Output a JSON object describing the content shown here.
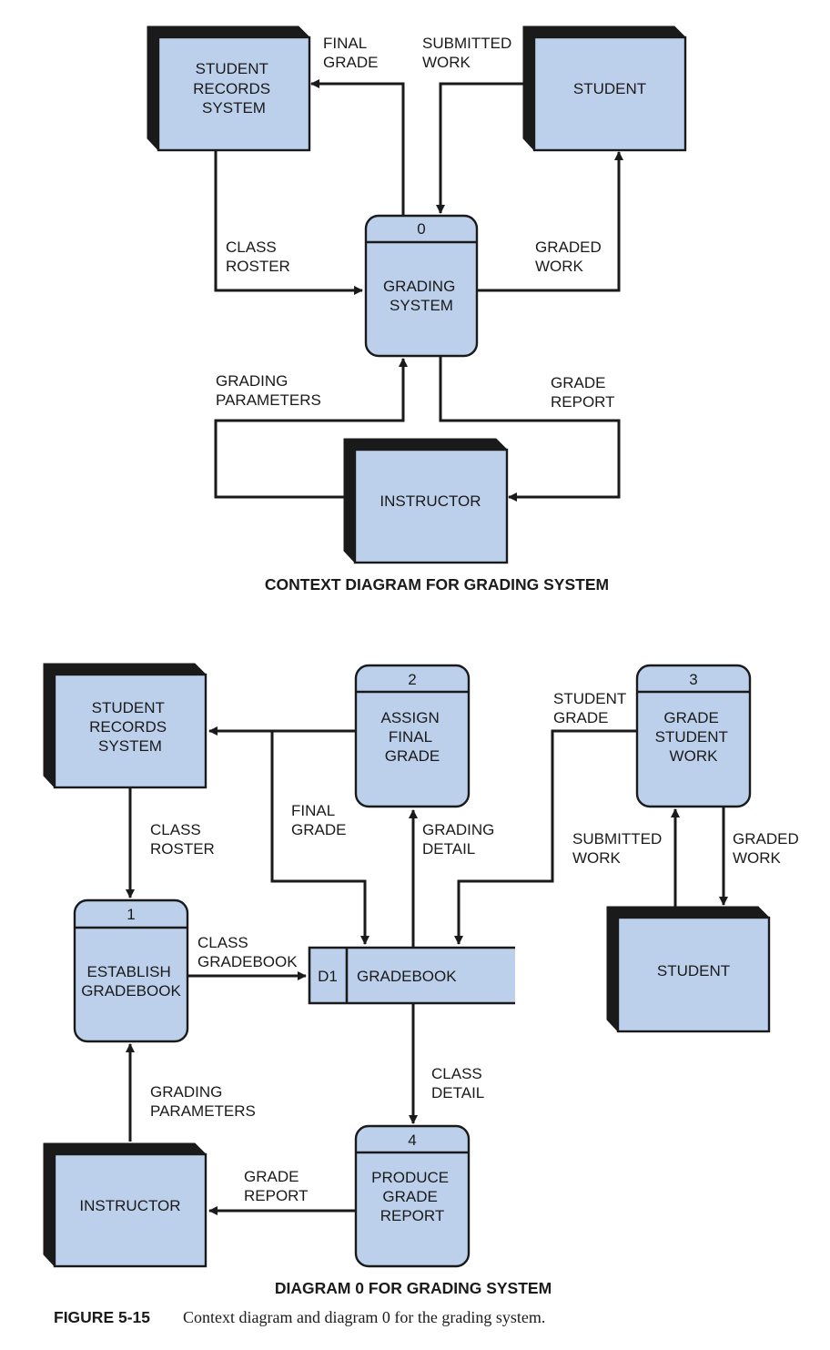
{
  "context": {
    "entities": {
      "student_records": [
        "STUDENT",
        "RECORDS",
        "SYSTEM"
      ],
      "student": [
        "STUDENT"
      ],
      "instructor": [
        "INSTRUCTOR"
      ]
    },
    "process": {
      "number": "0",
      "label": [
        "GRADING",
        "SYSTEM"
      ]
    },
    "flows": {
      "final_grade": [
        "FINAL",
        "GRADE"
      ],
      "submitted_work": [
        "SUBMITTED",
        "WORK"
      ],
      "class_roster": [
        "CLASS",
        "ROSTER"
      ],
      "graded_work": [
        "GRADED",
        "WORK"
      ],
      "grading_parameters": [
        "GRADING",
        "PARAMETERS"
      ],
      "grade_report": [
        "GRADE",
        "REPORT"
      ]
    },
    "title": "CONTEXT DIAGRAM FOR GRADING SYSTEM"
  },
  "diagram0": {
    "entities": {
      "student_records": [
        "STUDENT",
        "RECORDS",
        "SYSTEM"
      ],
      "student": [
        "STUDENT"
      ],
      "instructor": [
        "INSTRUCTOR"
      ]
    },
    "processes": {
      "p1": {
        "number": "1",
        "label": [
          "ESTABLISH",
          "GRADEBOOK"
        ]
      },
      "p2": {
        "number": "2",
        "label": [
          "ASSIGN",
          "FINAL",
          "GRADE"
        ]
      },
      "p3": {
        "number": "3",
        "label": [
          "GRADE",
          "STUDENT",
          "WORK"
        ]
      },
      "p4": {
        "number": "4",
        "label": [
          "PRODUCE",
          "GRADE",
          "REPORT"
        ]
      }
    },
    "store": {
      "id": "D1",
      "label": "GRADEBOOK"
    },
    "flows": {
      "class_roster": [
        "CLASS",
        "ROSTER"
      ],
      "final_grade": [
        "FINAL",
        "GRADE"
      ],
      "student_grade": [
        "STUDENT",
        "GRADE"
      ],
      "grading_detail": [
        "GRADING",
        "DETAIL"
      ],
      "submitted_work": [
        "SUBMITTED",
        "WORK"
      ],
      "graded_work": [
        "GRADED",
        "WORK"
      ],
      "class_gradebook": [
        "CLASS",
        "GRADEBOOK"
      ],
      "class_detail": [
        "CLASS",
        "DETAIL"
      ],
      "grading_parameters": [
        "GRADING",
        "PARAMETERS"
      ],
      "grade_report": [
        "GRADE",
        "REPORT"
      ]
    },
    "title": "DIAGRAM 0 FOR GRADING SYSTEM"
  },
  "figure": {
    "number": "FIGURE 5-15",
    "caption": "Context diagram and diagram 0 for the grading system."
  }
}
